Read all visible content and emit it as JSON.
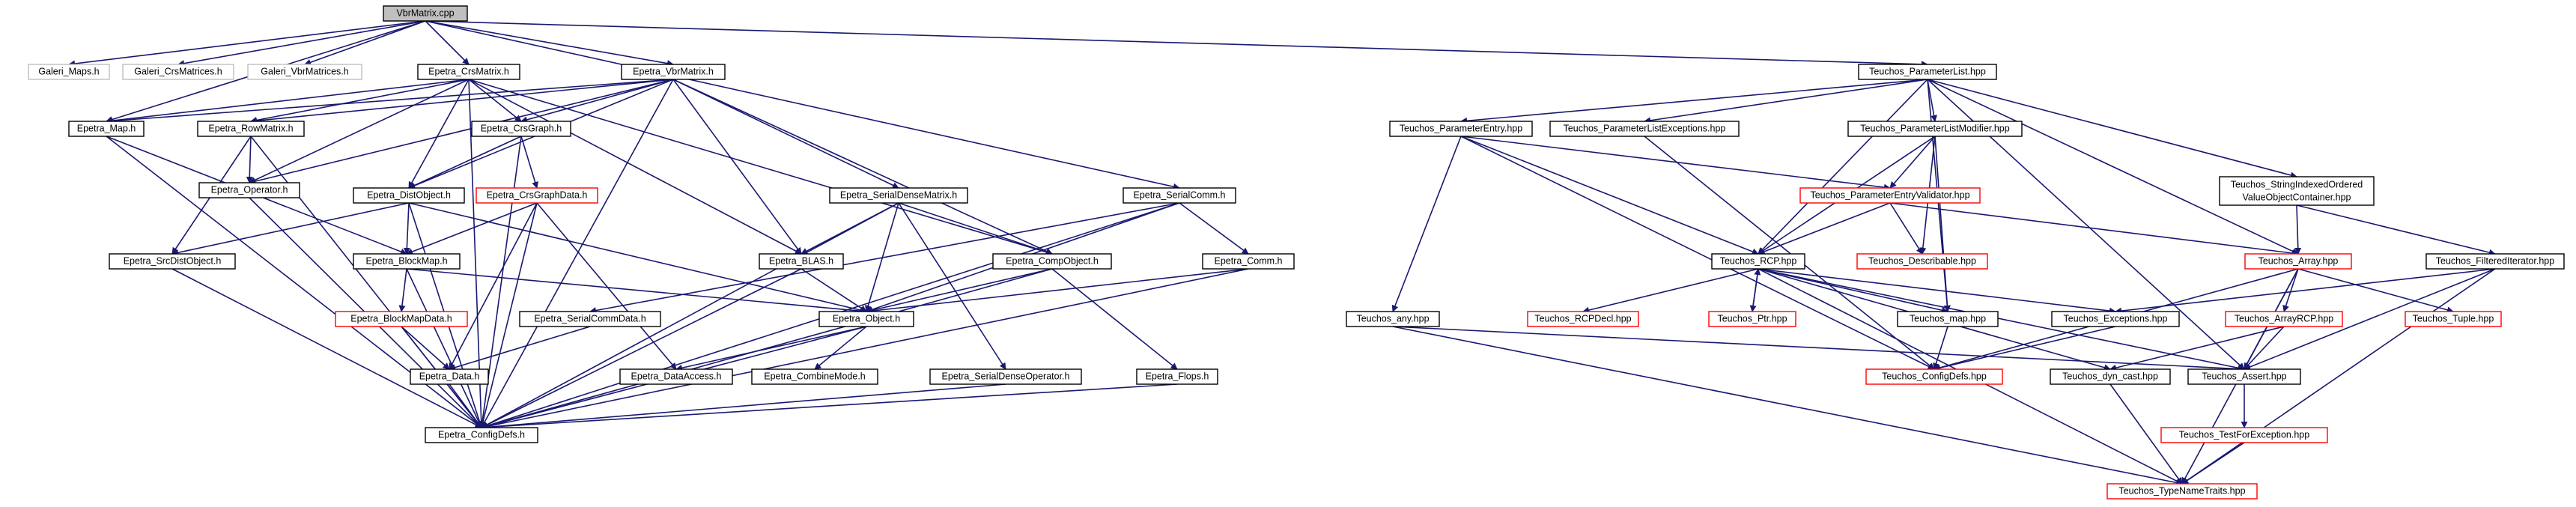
{
  "colors": {
    "edge": "#191970",
    "normal_border": "#000000",
    "red_border": "#ff0000",
    "grey_border": "#bfbfbf",
    "root_fill": "#bfbfbf"
  },
  "nodes": {
    "vbrmatrix_cpp": "VbrMatrix.cpp",
    "galeri_maps": "Galeri_Maps.h",
    "galeri_crsmatrices": "Galeri_CrsMatrices.h",
    "galeri_vbrmatrices": "Galeri_VbrMatrices.h",
    "epetra_crsmatrix": "Epetra_CrsMatrix.h",
    "epetra_vbrmatrix": "Epetra_VbrMatrix.h",
    "epetra_map": "Epetra_Map.h",
    "epetra_rowmatrix": "Epetra_RowMatrix.h",
    "epetra_crsgraph": "Epetra_CrsGraph.h",
    "epetra_operator": "Epetra_Operator.h",
    "epetra_distobject": "Epetra_DistObject.h",
    "epetra_crsgraphdata": "Epetra_CrsGraphData.h",
    "epetra_serialdensematrix": "Epetra_SerialDenseMatrix.h",
    "epetra_serialcomm": "Epetra_SerialComm.h",
    "epetra_srcdistobject": "Epetra_SrcDistObject.h",
    "epetra_blockmap": "Epetra_BlockMap.h",
    "epetra_blas": "Epetra_BLAS.h",
    "epetra_compobject": "Epetra_CompObject.h",
    "epetra_comm": "Epetra_Comm.h",
    "epetra_blockmapdata": "Epetra_BlockMapData.h",
    "epetra_serialcommdata": "Epetra_SerialCommData.h",
    "epetra_object": "Epetra_Object.h",
    "epetra_data": "Epetra_Data.h",
    "epetra_dataaccess": "Epetra_DataAccess.h",
    "epetra_combinemode": "Epetra_CombineMode.h",
    "epetra_serialdenseoperator": "Epetra_SerialDenseOperator.h",
    "epetra_flops": "Epetra_Flops.h",
    "epetra_configdefs": "Epetra_ConfigDefs.h",
    "teuchos_parameterlist": "Teuchos_ParameterList.hpp",
    "teuchos_parameterentry": "Teuchos_ParameterEntry.hpp",
    "teuchos_parameterlistexceptions": "Teuchos_ParameterListExceptions.hpp",
    "teuchos_parameterlistmodifier": "Teuchos_ParameterListModifier.hpp",
    "teuchos_stringindexed_1": "Teuchos_StringIndexedOrdered",
    "teuchos_stringindexed_2": "ValueObjectContainer.hpp",
    "teuchos_parameterentryvalidator": "Teuchos_ParameterEntryValidator.hpp",
    "teuchos_rcp": "Teuchos_RCP.hpp",
    "teuchos_describable": "Teuchos_Describable.hpp",
    "teuchos_array": "Teuchos_Array.hpp",
    "teuchos_filterediterator": "Teuchos_FilteredIterator.hpp",
    "teuchos_any": "Teuchos_any.hpp",
    "teuchos_rcpdecl": "Teuchos_RCPDecl.hpp",
    "teuchos_ptr": "Teuchos_Ptr.hpp",
    "teuchos_map": "Teuchos_map.hpp",
    "teuchos_exceptions": "Teuchos_Exceptions.hpp",
    "teuchos_arrayrcp": "Teuchos_ArrayRCP.hpp",
    "teuchos_tuple": "Teuchos_Tuple.hpp",
    "teuchos_configdefs": "Teuchos_ConfigDefs.hpp",
    "teuchos_dyn_cast": "Teuchos_dyn_cast.hpp",
    "teuchos_assert": "Teuchos_Assert.hpp",
    "teuchos_testforexception": "Teuchos_TestForException.hpp",
    "teuchos_typenametraits": "Teuchos_TypeNameTraits.hpp"
  }
}
